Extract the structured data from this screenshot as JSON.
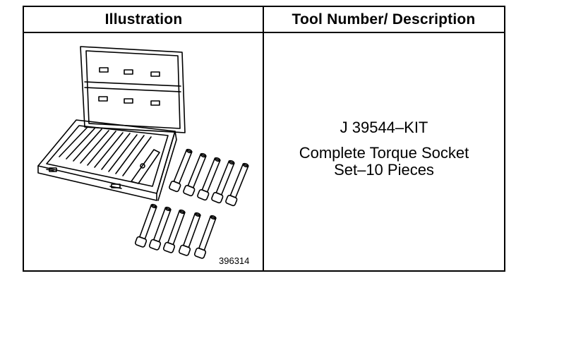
{
  "table": {
    "headers": [
      "Illustration",
      "Tool Number/ Description"
    ],
    "rows": [
      {
        "figure_number": "396314",
        "tool_number": "J 39544–KIT",
        "description_line1": "Complete Torque Socket",
        "description_line2": "Set–10 Pieces"
      }
    ]
  }
}
